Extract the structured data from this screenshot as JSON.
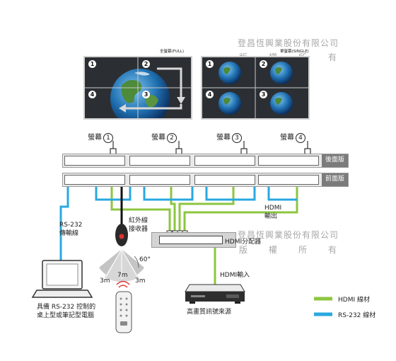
{
  "watermark": {
    "company": "登昌恆興業股份有限公司",
    "rights": [
      "版",
      "權",
      "所",
      "有"
    ]
  },
  "modes": {
    "full": "全螢幕(FULL)",
    "single": "單螢幕(SINGLE)"
  },
  "panel_numbers": [
    "1",
    "2",
    "4",
    "3"
  ],
  "screens": [
    {
      "label": "螢幕",
      "number": "1"
    },
    {
      "label": "螢幕",
      "number": "2"
    },
    {
      "label": "螢幕",
      "number": "3"
    },
    {
      "label": "螢幕",
      "number": "4"
    }
  ],
  "rows": {
    "rear": "後面版",
    "front": "前面版"
  },
  "labels": {
    "rs232_cable": [
      "RS-232",
      "傳輸線"
    ],
    "ir_receiver": [
      "紅外線",
      "接收器"
    ],
    "hdmi_out": [
      "HDMI",
      "輸出"
    ],
    "splitter": "HDMI分配器",
    "hdmi_in": "HDMI輸入",
    "source": "高畫質訊號來源",
    "computer": [
      "具備 RS-232 控制的",
      "桌上型或筆記型電腦"
    ],
    "angle": "60°",
    "dist_left": "3m",
    "dist_mid": "7m",
    "dist_right": "3m"
  },
  "legend": [
    {
      "label": "HDMI 線材",
      "color": "#8cc63f"
    },
    {
      "label": "RS-232 線材",
      "color": "#29a8e0"
    }
  ],
  "colors": {
    "hdmi": "#8cc63f",
    "rs232": "#29a8e0",
    "panel_bezel": "#2b2f33",
    "bar_tag": "#7b7b7b"
  }
}
